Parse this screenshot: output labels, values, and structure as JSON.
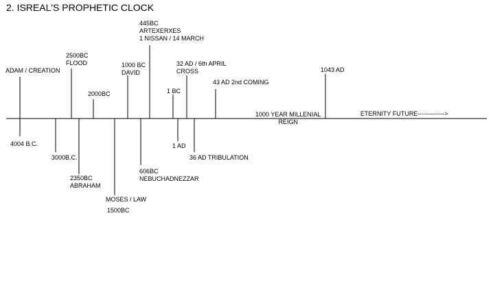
{
  "title": "2. ISREAL'S PROPHETIC CLOCK",
  "labels": {
    "adam": "ADAM / CREATION",
    "bc4004": "4004 B.C.",
    "bc3000": "3000B.C.",
    "flood_year": "2500BC",
    "flood": "FLOOD",
    "abraham_year": "2350BC",
    "abraham": "ABRAHAM",
    "bc2000": "2000BC",
    "moses": "MOSES / LAW",
    "bc1500": "1500BC",
    "david_year": "1000 BC",
    "david": "DAVID",
    "artx_year": "445BC",
    "artx": "ARTEXERXES",
    "artx_date": "1 NISSAN / 14 MARCH",
    "nebu_year": "606BC",
    "nebu": "NEBUCHADNEZZAR",
    "bc1": "1 BC",
    "ad1": "1 AD",
    "cross_date": "32 AD / 6th APRIL",
    "cross": "CROSS",
    "trib": "36 AD TRIBULATION",
    "coming": "43 AD 2nd COMING",
    "mill_1": "1000 YEAR MILLENIAL",
    "mill_2": "REIGN",
    "ad1043": "1043 AD",
    "eternity": "ETERNITY FUTURE------------->"
  }
}
